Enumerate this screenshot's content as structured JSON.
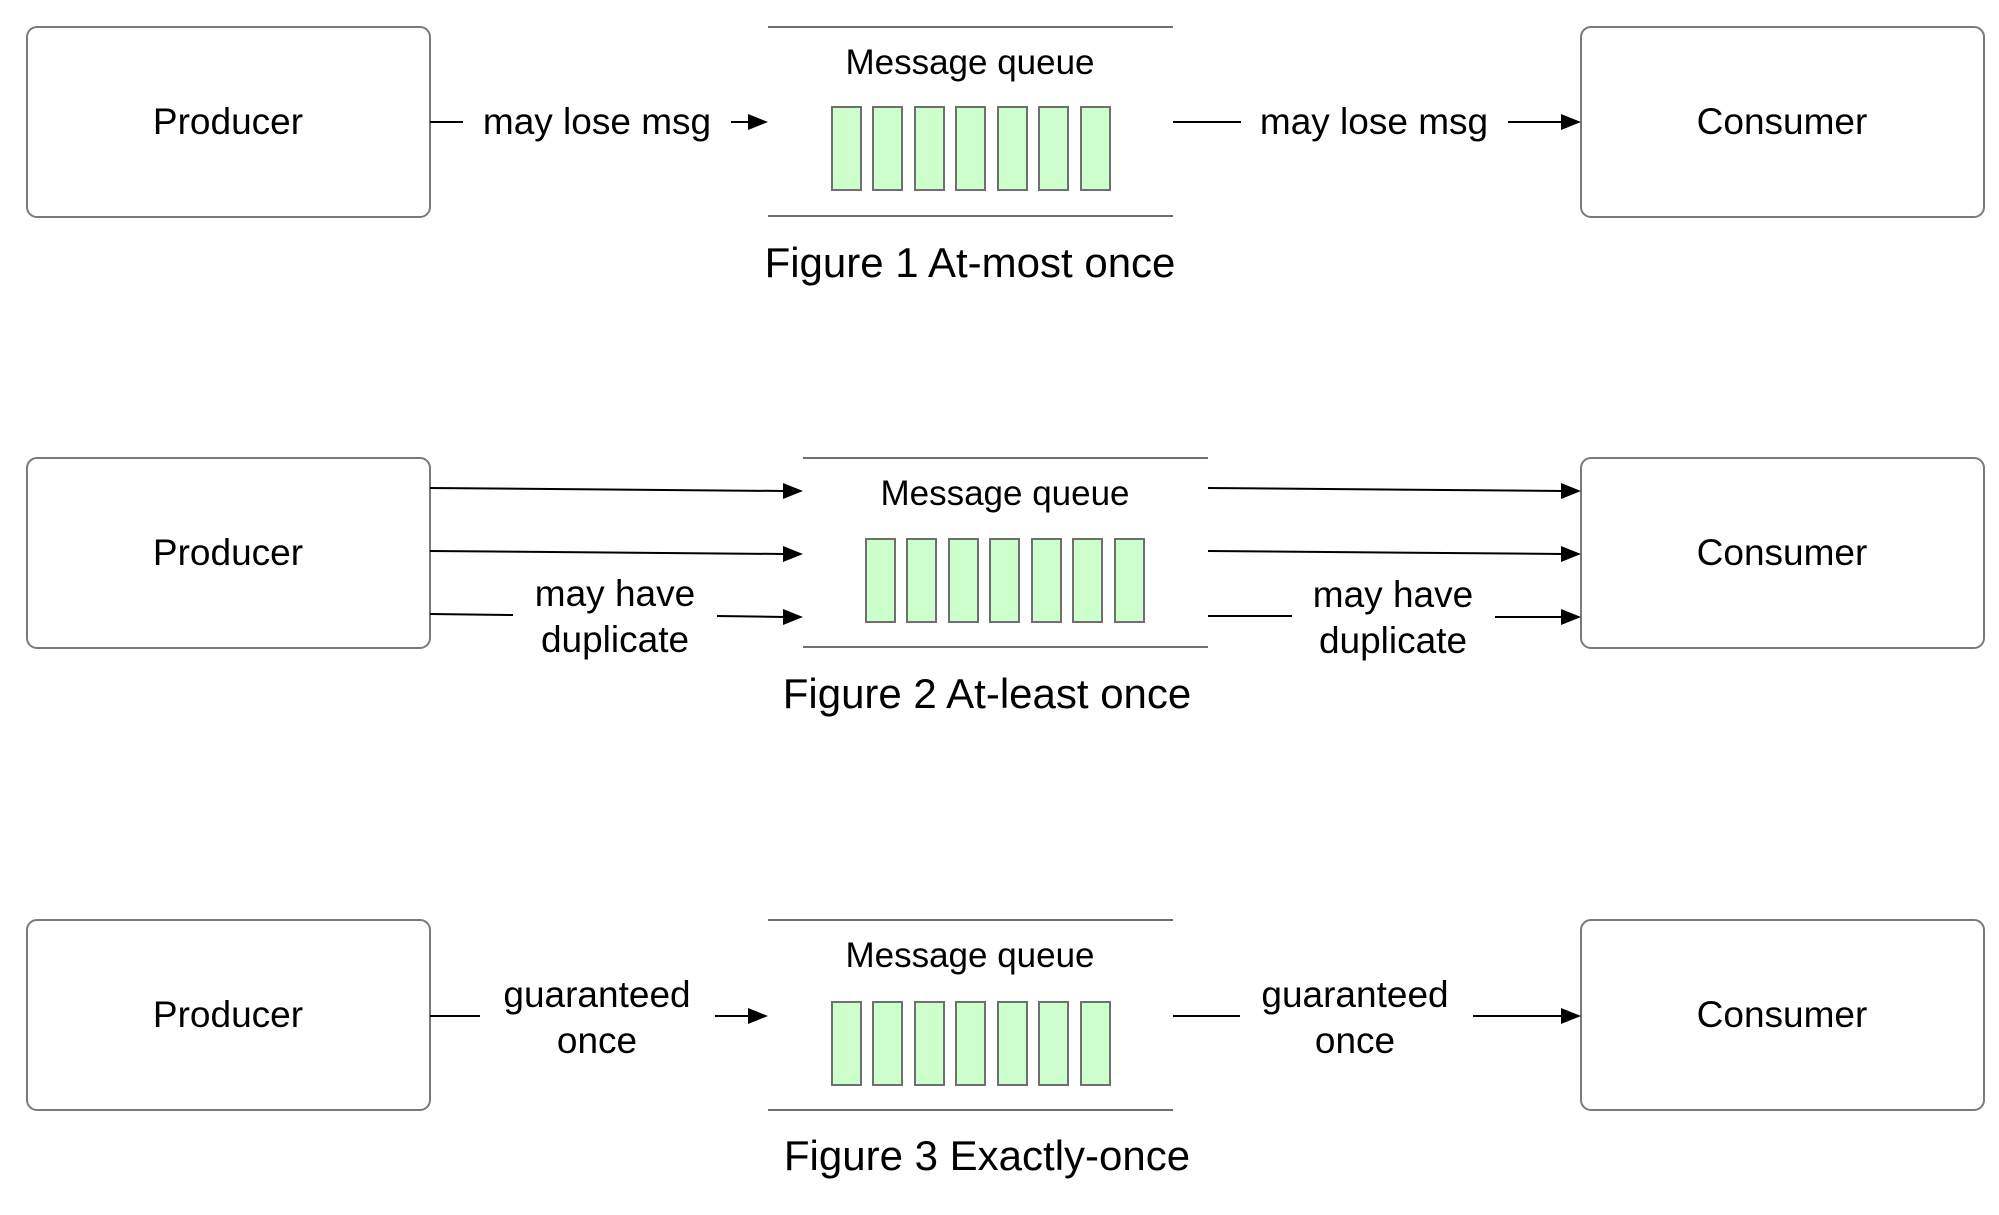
{
  "figures": [
    {
      "caption": "Figure 1 At-most once",
      "producer": "Producer",
      "consumer": "Consumer",
      "queue_label": "Message queue",
      "left_edge_label": "may lose msg",
      "right_edge_label": "may lose msg"
    },
    {
      "caption": "Figure 2 At-least once",
      "producer": "Producer",
      "consumer": "Consumer",
      "queue_label": "Message queue",
      "left_edge_label_lines": [
        "may have",
        "duplicate"
      ],
      "right_edge_label_lines": [
        "may have",
        "duplicate"
      ]
    },
    {
      "caption": "Figure 3 Exactly-once",
      "producer": "Producer",
      "consumer": "Consumer",
      "queue_label": "Message queue",
      "left_edge_label_lines": [
        "guaranteed",
        "once"
      ],
      "right_edge_label_lines": [
        "guaranteed",
        "once"
      ]
    }
  ],
  "colors": {
    "queue_cell_fill": "#ccffcc",
    "box_stroke": "#7a7a7a"
  }
}
